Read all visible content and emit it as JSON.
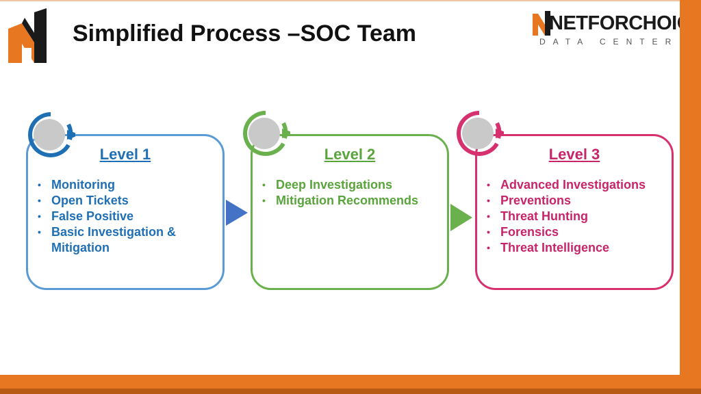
{
  "title": "Simplified Process –SOC Team",
  "brand": {
    "name": "NETFORCHOICE",
    "sub": "DATA CENTER"
  },
  "colors": {
    "accent": "#e87722",
    "level1": "#2f6db5",
    "level2": "#6ab04c",
    "level3": "#d6306f"
  },
  "levels": [
    {
      "title": "Level 1",
      "items": [
        "Monitoring",
        "Open Tickets",
        "False Positive",
        "Basic Investigation & Mitigation"
      ]
    },
    {
      "title": "Level 2",
      "items": [
        "Deep Investigations",
        "Mitigation Recommends"
      ]
    },
    {
      "title": "Level 3",
      "items": [
        "Advanced Investigations",
        "Preventions",
        "Threat Hunting",
        "Forensics",
        "Threat Intelligence"
      ]
    }
  ]
}
